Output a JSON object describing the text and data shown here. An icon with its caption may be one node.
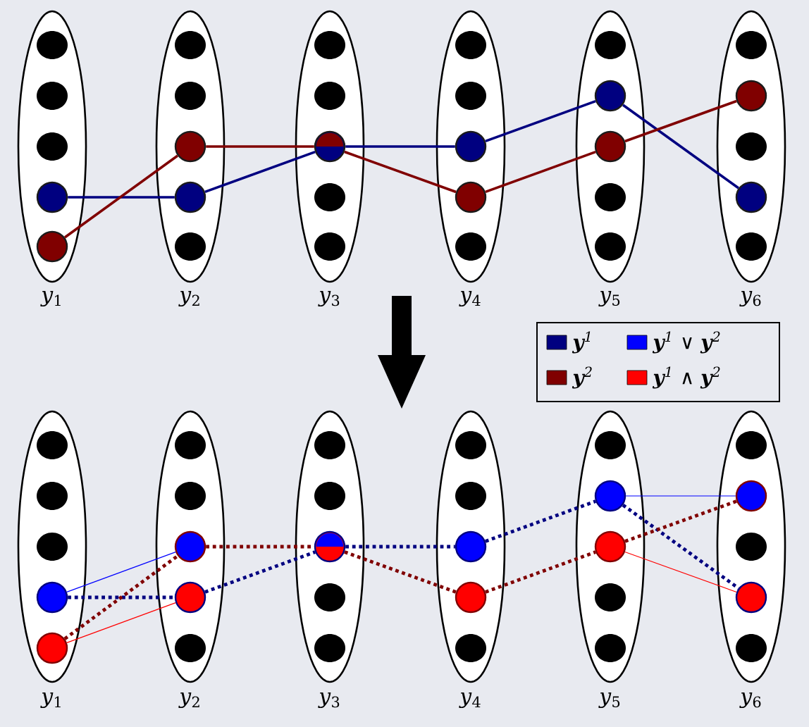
{
  "diagram": {
    "nodes": [
      {
        "text": [
          "*y*$_{1}$"
        ]
      },
      {
        "text": [
          "*y*$_{2}$"
        ]
      },
      {
        "text": [
          "*y*$_{3}$"
        ]
      },
      {
        "text": [
          "*y*$_{4}$"
        ]
      },
      {
        "text": [
          "*y*$_{5}$"
        ]
      },
      {
        "text": [
          "*y*$_{6}$"
        ]
      },
      {
        "text": [
          "*y*$_{1}$"
        ]
      },
      {
        "text": [
          "*y*$_{2}$"
        ]
      },
      {
        "text": [
          "*y*$_{3}$"
        ]
      },
      {
        "text": [
          "*y*$_{4}$"
        ]
      },
      {
        "text": [
          "*y*$_{5}$"
        ]
      },
      {
        "text": [
          "*y*$_{6}$"
        ]
      },
      {
        "text": [],
        "shape": "circle",
        "in": 0
      },
      {
        "text": [],
        "shape": "circle",
        "in": 0
      },
      {
        "text": [],
        "shape": "circle",
        "in": 1
      },
      {
        "text": [],
        "shape": "circle",
        "in": 1
      },
      {
        "text": [],
        "shape": "circle",
        "in": 2
      },
      {
        "text": [],
        "shape": "circle",
        "in": 3
      },
      {
        "text": [],
        "shape": "circle",
        "in": 3
      },
      {
        "text": [],
        "shape": "circle",
        "in": 4
      },
      {
        "text": [],
        "shape": "circle",
        "in": 4
      },
      {
        "text": [],
        "shape": "circle",
        "in": 5
      },
      {
        "text": [],
        "shape": "circle",
        "in": 5
      },
      {
        "text": [],
        "shape": "circle",
        "in": 6
      },
      {
        "text": [],
        "shape": "circle",
        "in": 6
      },
      {
        "text": [],
        "shape": "circle",
        "in": 7
      },
      {
        "text": [],
        "shape": "circle",
        "in": 7
      },
      {
        "text": [],
        "shape": "circle",
        "in": 8
      },
      {
        "text": [],
        "shape": "circle",
        "in": 9
      },
      {
        "text": [],
        "shape": "circle",
        "in": 9
      },
      {
        "text": [],
        "shape": "circle",
        "in": 10
      },
      {
        "text": [],
        "shape": "circle",
        "in": 10
      },
      {
        "text": [],
        "shape": "circle",
        "in": 11
      },
      {
        "text": [],
        "shape": "circle",
        "in": 11
      }
    ],
    "edges": [
      {
        "from": 12,
        "to": 15,
        "arrow": "none",
        "color": "#000080"
      },
      {
        "from": 15,
        "to": 16,
        "arrow": "none",
        "color": "#000080"
      },
      {
        "from": 16,
        "to": 17,
        "arrow": "none",
        "color": "#000080"
      },
      {
        "from": 17,
        "to": 19,
        "arrow": "none",
        "color": "#000080"
      },
      {
        "from": 19,
        "to": 22,
        "arrow": "none",
        "color": "#000080"
      },
      {
        "from": 13,
        "to": 14,
        "arrow": "none",
        "color": "#800000"
      },
      {
        "from": 14,
        "to": 16,
        "arrow": "none",
        "color": "#800000"
      },
      {
        "from": 16,
        "to": 18,
        "arrow": "none",
        "color": "#800000"
      },
      {
        "from": 18,
        "to": 20,
        "arrow": "none",
        "color": "#800000"
      },
      {
        "from": 20,
        "to": 21,
        "arrow": "none",
        "color": "#800000"
      },
      {
        "from": 23,
        "to": 25,
        "arrow": "none",
        "color": "#0000ff"
      },
      {
        "from": 30,
        "to": 32,
        "arrow": "none",
        "color": "#0000ff"
      },
      {
        "from": 24,
        "to": 26,
        "arrow": "none",
        "color": "#ff0000"
      },
      {
        "from": 31,
        "to": 33,
        "arrow": "none",
        "color": "#ff0000"
      },
      {
        "from": 23,
        "to": 26,
        "arrow": "none",
        "style": "dashed",
        "color": "#000080"
      },
      {
        "from": 26,
        "to": 27,
        "arrow": "none",
        "style": "dashed",
        "color": "#000080"
      },
      {
        "from": 27,
        "to": 28,
        "arrow": "none",
        "style": "dashed",
        "color": "#000080"
      },
      {
        "from": 28,
        "to": 30,
        "arrow": "none",
        "style": "dashed",
        "color": "#000080"
      },
      {
        "from": 30,
        "to": 33,
        "arrow": "none",
        "style": "dashed",
        "color": "#000080"
      },
      {
        "from": 24,
        "to": 25,
        "arrow": "none",
        "style": "dashed",
        "color": "#800000"
      },
      {
        "from": 25,
        "to": 27,
        "arrow": "none",
        "style": "dashed",
        "color": "#800000"
      },
      {
        "from": 27,
        "to": 29,
        "arrow": "none",
        "style": "dashed",
        "color": "#800000"
      },
      {
        "from": 29,
        "to": 31,
        "arrow": "none",
        "style": "dashed",
        "color": "#800000"
      },
      {
        "from": 31,
        "to": 32,
        "arrow": "none",
        "style": "dashed",
        "color": "#800000"
      }
    ],
    "legend": [
      {
        "text": "**y**$^{1}$",
        "color": "#000080"
      },
      {
        "text": "**y**$^{1}$ ∨ **y**$^{2}$",
        "color": "#0000ff"
      },
      {
        "text": "**y**$^{2}$",
        "color": "#800000"
      },
      {
        "text": "**y**$^{1}$ ∧ **y**$^{2}$",
        "color": "#ff0000"
      }
    ]
  }
}
